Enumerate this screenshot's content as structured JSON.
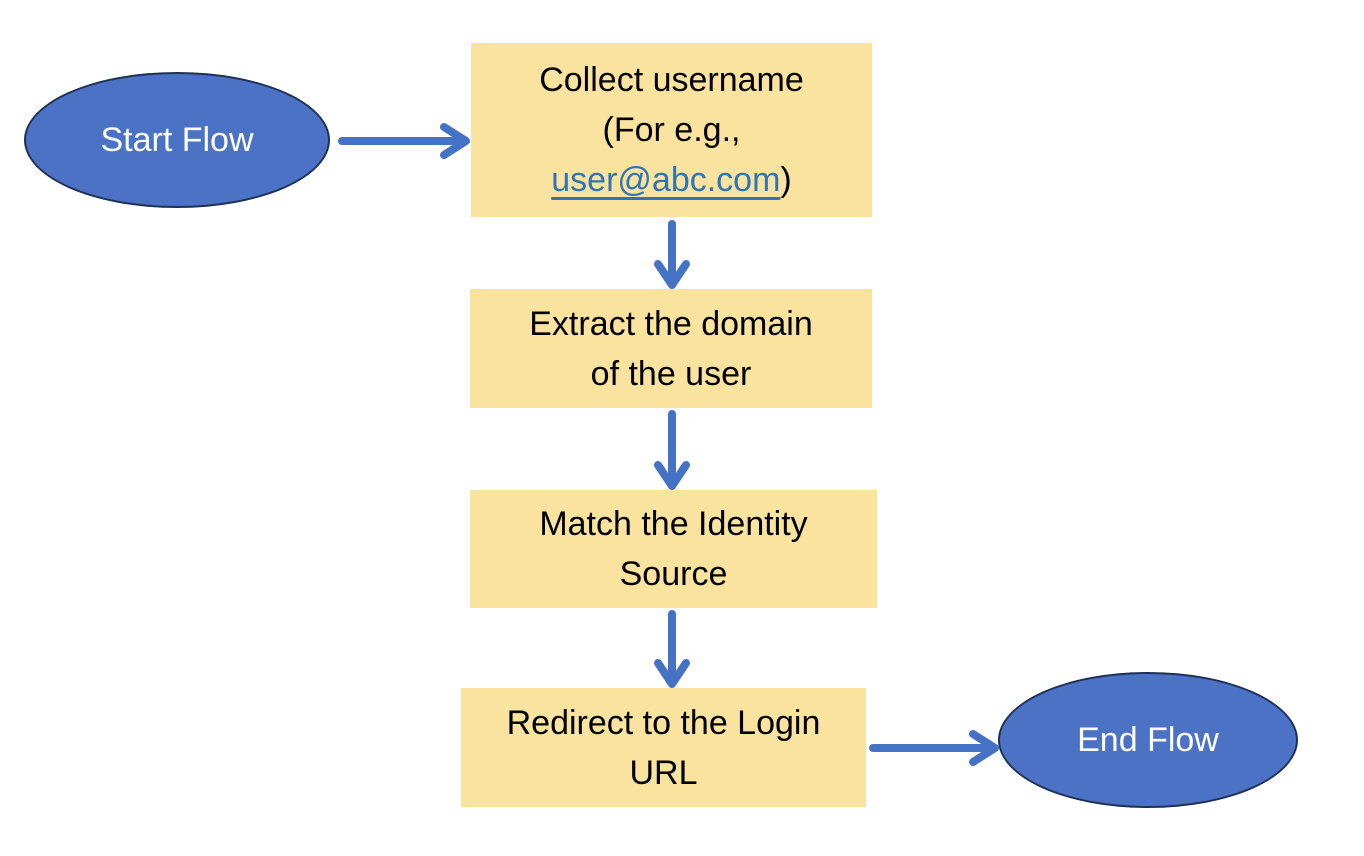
{
  "diagram": {
    "type": "flowchart",
    "nodes": {
      "start": {
        "shape": "ellipse",
        "label": "Start Flow"
      },
      "collect": {
        "shape": "process",
        "line1": "Collect username",
        "line2": "(For e.g.,",
        "link_text": "user@abc.com",
        "line3_suffix": ")"
      },
      "extract": {
        "shape": "process",
        "line1": "Extract the domain",
        "line2": "of the user"
      },
      "match": {
        "shape": "process",
        "line1": "Match the Identity",
        "line2": "Source"
      },
      "redirect": {
        "shape": "process",
        "line1": "Redirect to the Login",
        "line2": "URL"
      },
      "end": {
        "shape": "ellipse",
        "label": "End Flow"
      }
    },
    "edges": [
      {
        "from": "start",
        "to": "collect",
        "direction": "right"
      },
      {
        "from": "collect",
        "to": "extract",
        "direction": "down"
      },
      {
        "from": "extract",
        "to": "match",
        "direction": "down"
      },
      {
        "from": "match",
        "to": "redirect",
        "direction": "down"
      },
      {
        "from": "redirect",
        "to": "end",
        "direction": "right"
      }
    ],
    "colors": {
      "terminal_fill": "#4B72C4",
      "terminal_border": "#1F3156",
      "terminal_text": "#FFFFFF",
      "process_fill": "#FAE39E",
      "process_text": "#000000",
      "arrow": "#4472C4",
      "link": "#2E75B6",
      "background": "#FFFFFF"
    }
  }
}
